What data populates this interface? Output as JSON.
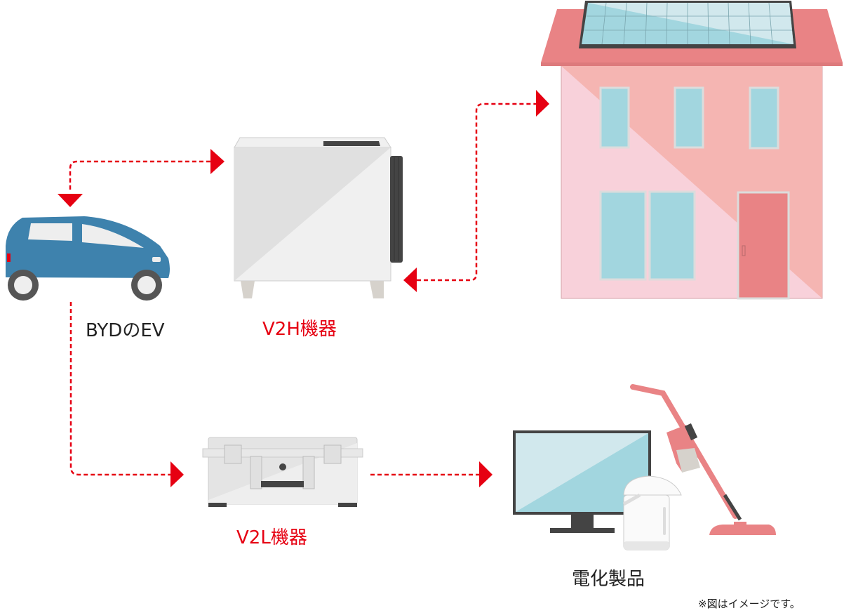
{
  "diagram": {
    "title": "V2H / V2L power flow",
    "nodes": {
      "ev": {
        "label": "BYDのEV",
        "icon": "car-icon"
      },
      "v2h": {
        "label": "V2H機器",
        "icon": "v2h-unit-icon"
      },
      "house": {
        "label": "",
        "icon": "house-with-solar-panel-icon"
      },
      "v2l": {
        "label": "V2L機器",
        "icon": "v2l-case-icon"
      },
      "appliances": {
        "label": "電化製品",
        "icon": "appliances-icon"
      }
    },
    "edges": [
      {
        "from": "ev",
        "to": "v2h",
        "direction": "bidirectional"
      },
      {
        "from": "v2h",
        "to": "house",
        "direction": "bidirectional"
      },
      {
        "from": "ev",
        "to": "v2l",
        "direction": "one-way"
      },
      {
        "from": "v2l",
        "to": "appliances",
        "direction": "one-way"
      }
    ],
    "note": "※図はイメージです。"
  },
  "colors": {
    "arrow": "#e60012",
    "label_accent": "#e60012",
    "car_body": "#3e82ad",
    "house_roof": "#e98385",
    "house_wall_light": "#f8d1da",
    "house_wall_dark": "#f5b5b2",
    "window": "#a2d6df"
  }
}
